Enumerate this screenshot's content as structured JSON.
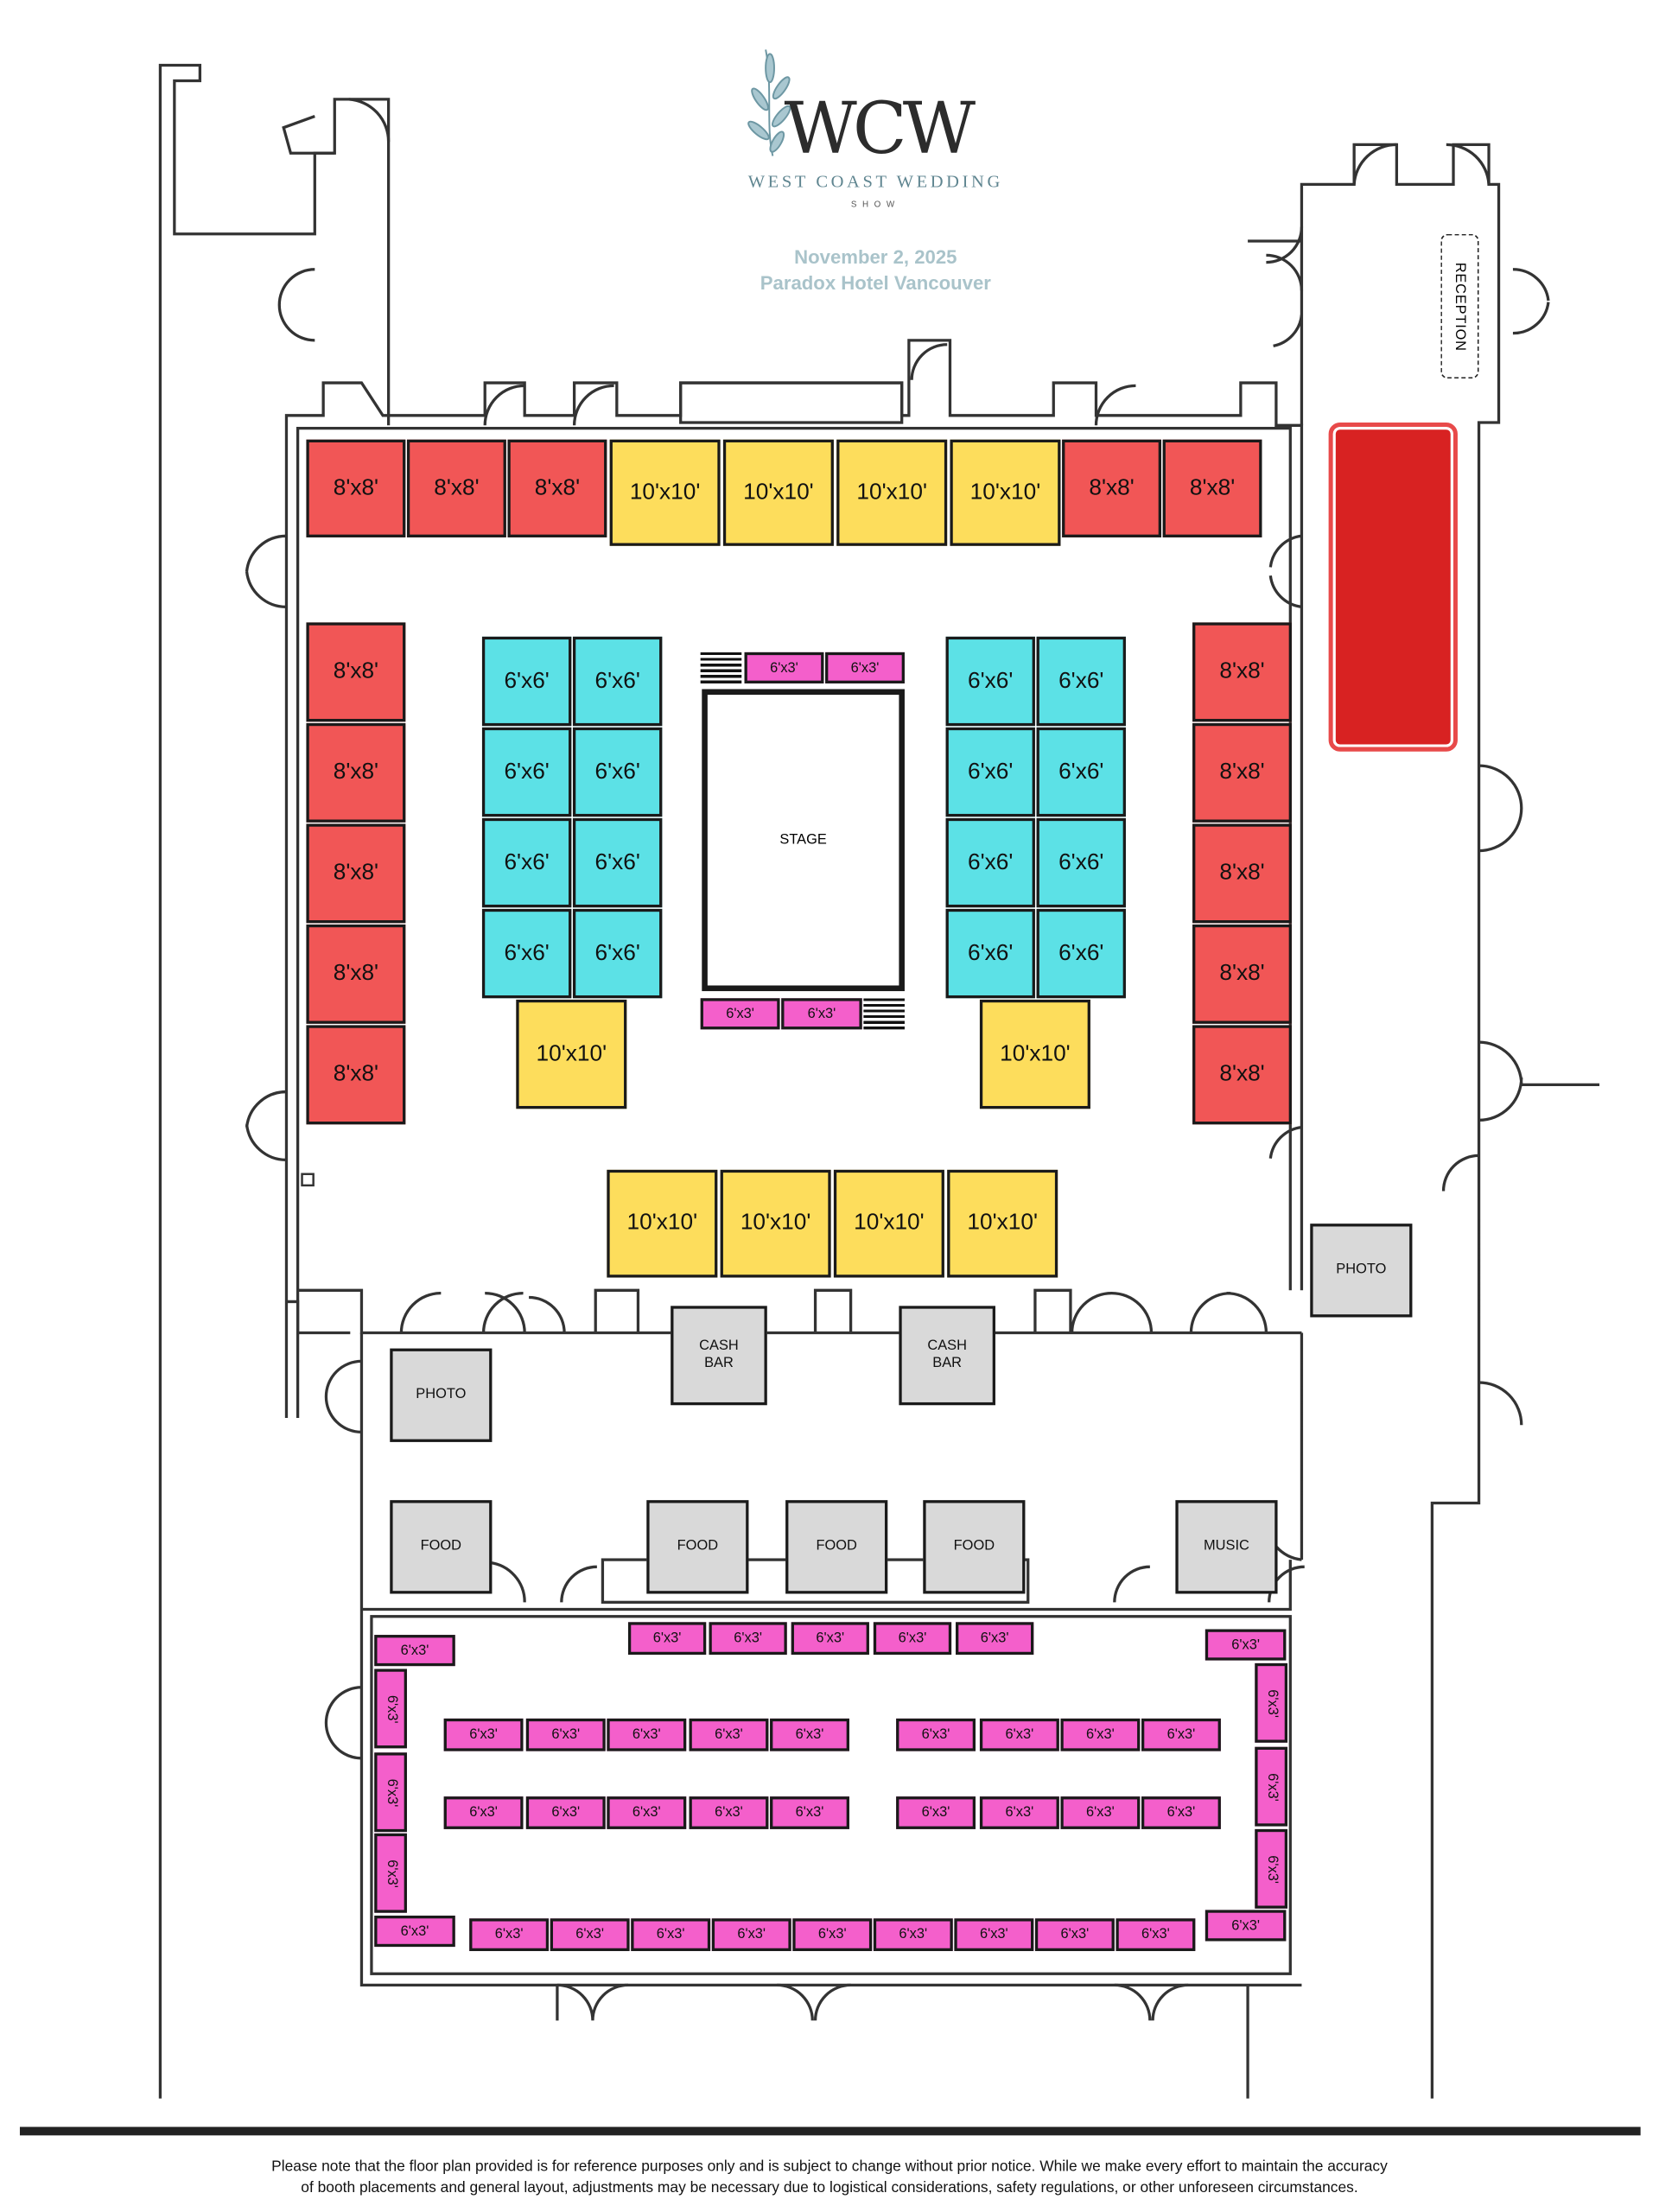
{
  "header": {
    "logo_text": "WCW",
    "logo_subtitle": "West Coast Wedding",
    "logo_show": "SHOW",
    "date": "November 2, 2025",
    "venue": "Paradox Hotel Vancouver"
  },
  "labels": {
    "reception": "RECEPTION",
    "stage": "STAGE",
    "photo": "PHOTO",
    "cash_bar": "CASH BAR",
    "food": "FOOD",
    "music": "MUSIC"
  },
  "booth_sizes": {
    "large": "10'x10'",
    "medium": "8'x8'",
    "small": "6'x6'",
    "table": "6'x3'"
  },
  "colors": {
    "booth_8x8": "#f15656",
    "booth_10x10": "#fddd5c",
    "booth_6x6": "#5ce1e6",
    "table_6x3": "#f45fcb",
    "amenity": "#d9d9d9",
    "reserved_area": "#d82222",
    "header_text": "#a9c3ca"
  },
  "footer": {
    "disclaimer_line1": "Please note that the floor plan provided is for reference purposes only and is subject to change without prior notice. While we make every effort to maintain the accuracy",
    "disclaimer_line2": "of booth placements and general layout, adjustments may be necessary due to logistical considerations, safety regulations, or other unforeseen circumstances."
  }
}
